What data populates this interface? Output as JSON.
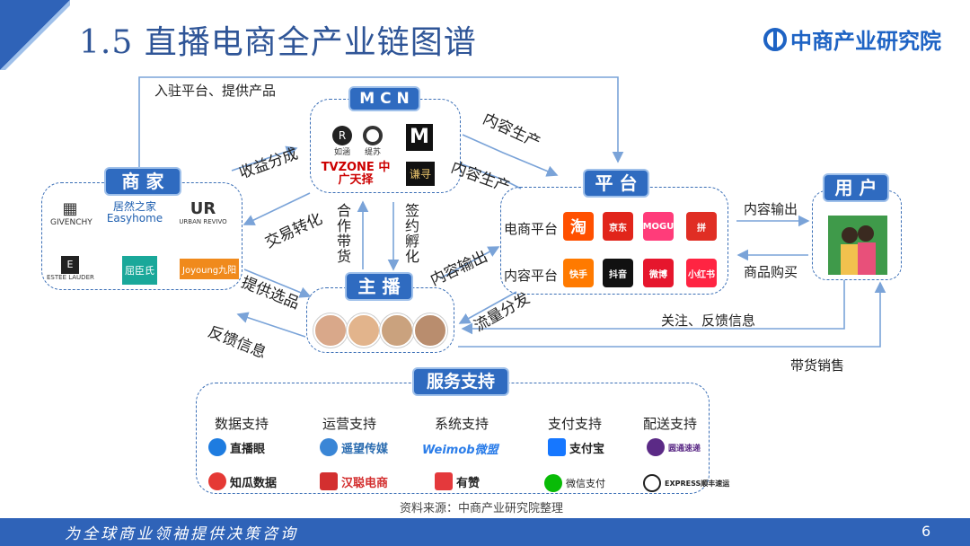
{
  "header": {
    "title": "1.5 直播电商全产业链图谱",
    "brand": "中商产业研究院"
  },
  "nodes": {
    "mcn": "M C N",
    "merchant": "商 家",
    "platform": "平 台",
    "user": "用 户",
    "streamer": "主 播",
    "service": "服务支持"
  },
  "arrows": {
    "settle_platform": "入驻平台、提供产品",
    "revenue_share": "收益分成",
    "content_production_1": "内容生产",
    "content_production_2": "内容生产",
    "transaction_conversion": "交易转化",
    "cooperation_selling": "合作带货",
    "sign_incubate": "签约孵化",
    "content_output_streamer": "内容输出",
    "content_output_user": "内容输出",
    "product_purchase": "商品购买",
    "provide_selection": "提供选品",
    "feedback_info": "反馈信息",
    "traffic_distribution": "流量分发",
    "follow_feedback": "关注、反馈信息",
    "selling_sales": "带货销售"
  },
  "mcn_logos": [
    "如涵",
    "缇苏",
    "TVZONE 中广天择",
    "谦寻"
  ],
  "merchant_logos": [
    "GIVENCHY",
    "居然之家 Easyhome",
    "URBAN REVIVO",
    "ESTEE LAUDER",
    "屈臣氏",
    "Joyoung九阳"
  ],
  "platform": {
    "ecommerce_label": "电商平台",
    "ecommerce_apps": [
      "淘",
      "京东",
      "MOGU",
      "拼"
    ],
    "content_label": "内容平台",
    "content_apps": [
      "快手",
      "抖音",
      "微博",
      "小红书"
    ]
  },
  "services": {
    "columns": [
      {
        "label": "数据支持",
        "logos": [
          "直播眼",
          "知瓜数据"
        ]
      },
      {
        "label": "运营支持",
        "logos": [
          "遥望传媒",
          "汉聪电商"
        ]
      },
      {
        "label": "系统支持",
        "logos": [
          "Weimob微盟",
          "有赞"
        ]
      },
      {
        "label": "支付支持",
        "logos": [
          "支付宝",
          "微信支付"
        ]
      },
      {
        "label": "配送支持",
        "logos": [
          "圆通速递",
          "EXPRESS顺丰速运"
        ]
      }
    ]
  },
  "source": "资料来源：中商产业研究院整理",
  "footer": {
    "slogan": "为全球商业领袖提供决策咨询",
    "page": "6"
  },
  "colors": {
    "primary": "#2f6bc0",
    "title": "#2f5597",
    "footer": "#2f63b8",
    "arrow": "#7aa3d8"
  }
}
